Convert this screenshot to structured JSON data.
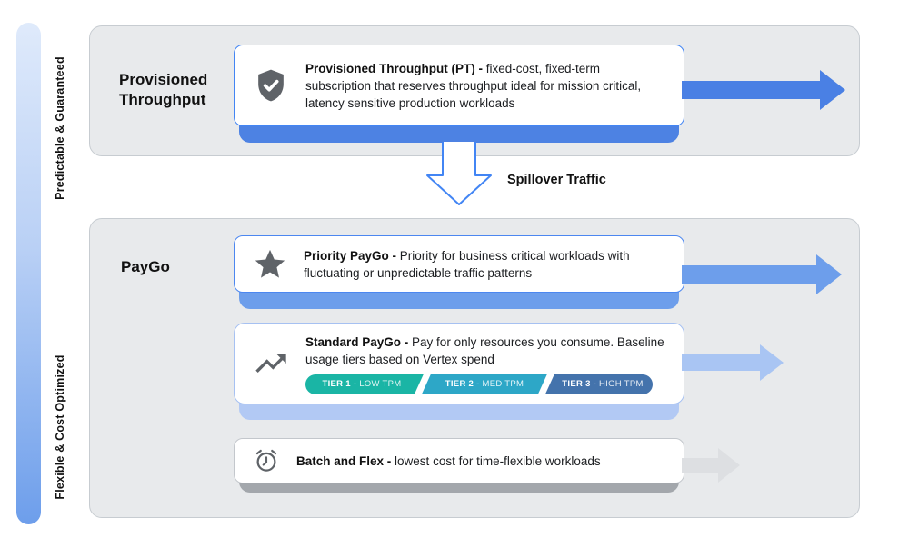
{
  "side_axis": {
    "top_label": "Predictable & Guaranteed",
    "bottom_label": "Flexible & Cost Optimized",
    "gradient_top": "#dfeafb",
    "gradient_bottom": "#6d9eeb"
  },
  "sections": {
    "provisioned": {
      "label": "Provisioned Throughput",
      "card": {
        "icon": "shield-check-icon",
        "title": "Provisioned Throughput (PT) -",
        "description": "fixed-cost, fixed-term subscription that reserves throughput ideal for mission critical, latency sensitive production workloads"
      },
      "arrow_color": "#4a80e4"
    },
    "spillover": {
      "label": "Spillover Traffic"
    },
    "paygo": {
      "label": "PayGo",
      "cards": [
        {
          "icon": "star-icon",
          "title": "Priority PayGo -",
          "description": "Priority for business critical workloads with fluctuating or unpredictable traffic patterns",
          "arrow_color": "#6d9eeb"
        },
        {
          "icon": "trending-up-icon",
          "title": "Standard PayGo -",
          "description": "Pay for only resources you consume. Baseline usage tiers based on Vertex spend",
          "arrow_color": "#a9c5f3",
          "tiers": [
            {
              "name": "TIER 1",
              "detail": " - LOW TPM",
              "color": "#1ab5a5"
            },
            {
              "name": "TIER 2",
              "detail": " - MED TPM",
              "color": "#2da7c7"
            },
            {
              "name": "TIER 3",
              "detail": " - HIGH TPM",
              "color": "#4473ac"
            }
          ]
        },
        {
          "icon": "alarm-clock-icon",
          "title": "Batch and Flex -",
          "description": "lowest cost for time-flexible workloads",
          "arrow_color": "#dddfe2"
        }
      ]
    }
  },
  "colors": {
    "section_background": "#e8eaec",
    "accent_blue": "#4285f4",
    "arrow_strong": "#4a80e4",
    "arrow_medium": "#6d9eeb",
    "arrow_light": "#a9c5f3",
    "arrow_gray": "#dddfe2",
    "icon_gray": "#5f6368"
  }
}
